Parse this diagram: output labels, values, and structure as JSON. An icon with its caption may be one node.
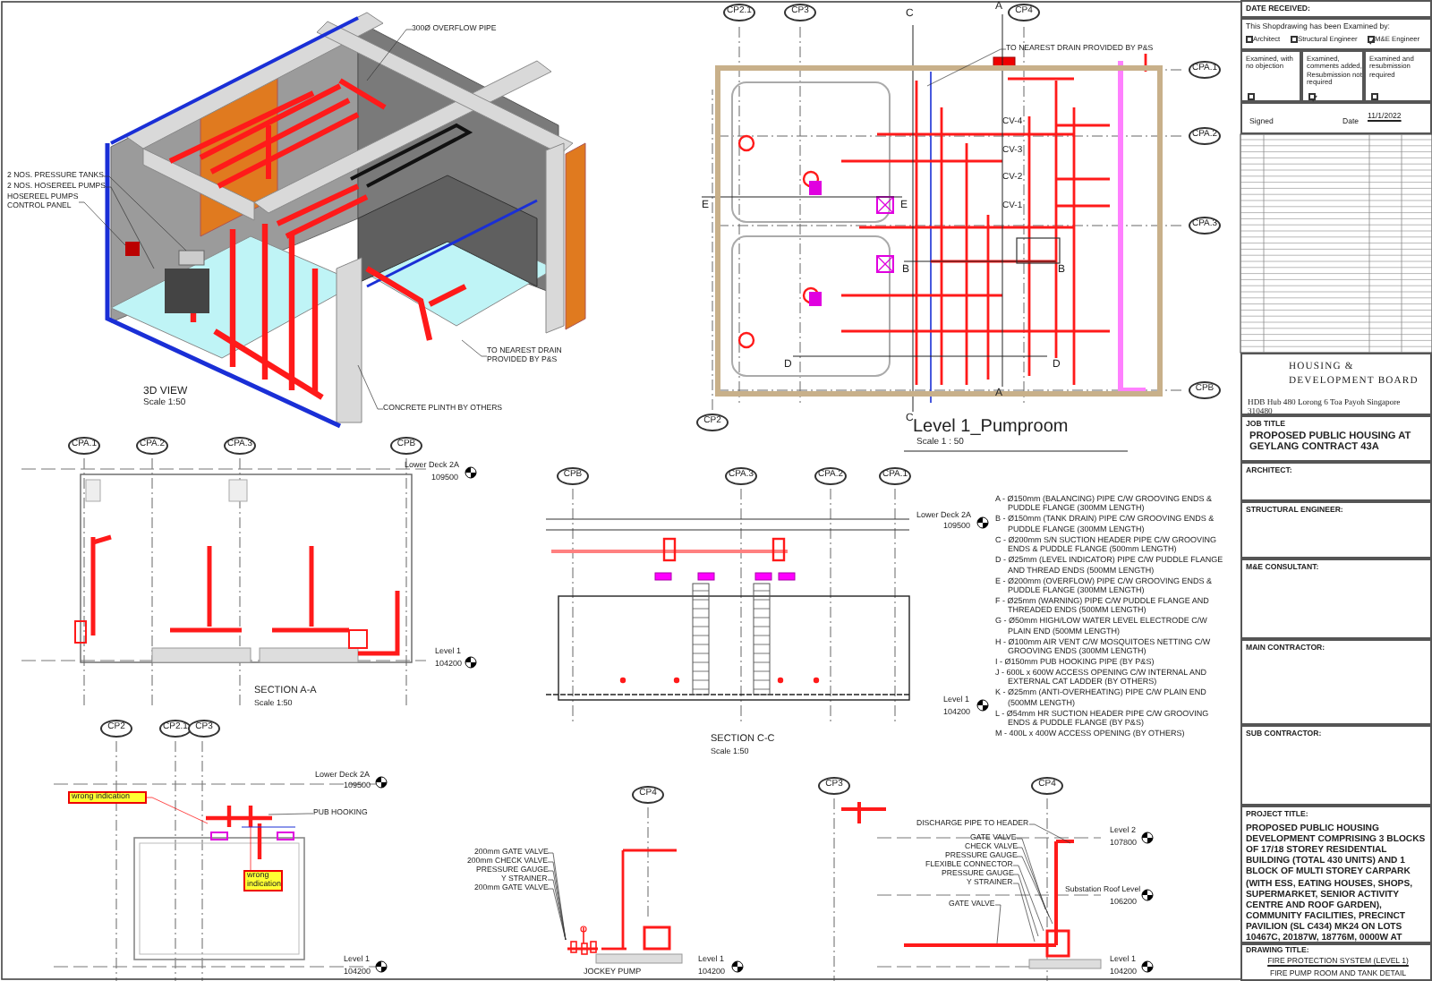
{
  "diagram": {
    "nodes": [
      {
        "text": [
          "300Ø OVERFLOW PIPE"
        ]
      },
      {
        "text": [
          "2 NOS. PRESSURE TANKS"
        ]
      },
      {
        "text": [
          "2 NOS. HOSEREEL PUMPS"
        ]
      },
      {
        "text": [
          "HOSEREEL PUMPS CONTROL PANEL"
        ]
      },
      {
        "text": [
          "TO NEAREST DRAIN PROVIDED BY P&S"
        ]
      },
      {
        "text": [
          "CONCRETE PLINTH BY OTHERS"
        ]
      },
      {
        "text": [
          "CP2.1"
        ]
      },
      {
        "text": [
          "CP3"
        ]
      },
      {
        "text": [
          "CP4"
        ]
      },
      {
        "text": [
          "TO NEAREST DRAIN PROVIDED BY P&S"
        ]
      },
      {
        "text": [
          "CPA.1"
        ]
      },
      {
        "text": [
          "CPA.2"
        ]
      },
      {
        "text": [
          "CPA.3"
        ]
      },
      {
        "text": [
          "CPB"
        ]
      },
      {
        "text": [
          "CP2"
        ]
      },
      {
        "text": [
          "CPA.1"
        ]
      },
      {
        "text": [
          "CPA.2"
        ]
      },
      {
        "text": [
          "CPA.3"
        ]
      },
      {
        "text": [
          "CPB"
        ]
      },
      {
        "text": [
          "CPB"
        ]
      },
      {
        "text": [
          "CPA.3"
        ]
      },
      {
        "text": [
          "CPA.2"
        ]
      },
      {
        "text": [
          "CPA.1"
        ]
      },
      {
        "text": [
          "CP2"
        ]
      },
      {
        "text": [
          "CP2.1"
        ]
      },
      {
        "text": [
          "CP3"
        ]
      },
      {
        "text": [
          "wrong indication"
        ]
      },
      {
        "text": [
          "PUB HOOKING"
        ]
      },
      {
        "text": [
          "wrong indication"
        ]
      },
      {
        "text": [
          "CP4"
        ]
      },
      {
        "text": [
          "CP3"
        ]
      },
      {
        "text": [
          "CP4"
        ]
      },
      {
        "text": [
          "200mm GATE VALVE"
        ]
      },
      {
        "text": [
          "200mm CHECK VALVE"
        ]
      },
      {
        "text": [
          "PRESSURE GAUGE"
        ]
      },
      {
        "text": [
          "Y STRAINER"
        ]
      },
      {
        "text": [
          "200mm GATE VALVE"
        ]
      },
      {
        "text": [
          "DISCHARGE PIPE TO HEADER"
        ]
      },
      {
        "text": [
          "GATE VALVE"
        ]
      },
      {
        "text": [
          "CHECK VALVE"
        ]
      },
      {
        "text": [
          "PRESSURE GAUGE"
        ]
      },
      {
        "text": [
          "FLEXIBLE CONNECTOR"
        ]
      },
      {
        "text": [
          "PRESSURE GAUGE"
        ]
      },
      {
        "text": [
          "Y STRAINER"
        ]
      },
      {
        "text": [
          "GATE VALVE"
        ]
      },
      {
        "text": [
          "DATE RECEIVED:"
        ]
      },
      {
        "text": [
          "This Shopdrawing has been Examined by:",
          "Architect",
          "Structural Engineer",
          "M&E Engineer"
        ]
      },
      {
        "text": [
          "Examined, with no objection"
        ]
      },
      {
        "text": [
          "Examined, comments added, Resubmission not required"
        ]
      },
      {
        "text": [
          "Examined and resubmission required"
        ]
      },
      {
        "text": [
          "Signed",
          "Date",
          "11/1/2022"
        ]
      },
      {
        "text": [
          "HOUSING & DEVELOPMENT BOARD",
          "HDB Hub 480 Lorong 6 Toa Payoh Singapore 310480"
        ]
      },
      {
        "text": [
          "JOB TITLE",
          "PROPOSED PUBLIC HOUSING AT GEYLANG CONTRACT 43A"
        ]
      },
      {
        "text": [
          "ARCHITECT:"
        ]
      },
      {
        "text": [
          "STRUCTURAL ENGINEER:"
        ]
      },
      {
        "text": [
          "M&E CONSULTANT:"
        ]
      },
      {
        "text": [
          "MAIN CONTRACTOR:"
        ]
      },
      {
        "text": [
          "SUB CONTRACTOR:"
        ]
      },
      {
        "text": [
          "PROJECT TITLE:",
          "PROPOSED PUBLIC HOUSING DEVELOPMENT COMPRISING 3 BLOCKS OF 17/18 STOREY RESIDENTIAL BUILDING (TOTAL 430 UNITS) AND 1 BLOCK OF MULTI STOREY CARPARK (WITH ESS, EATING HOUSES, SHOPS, SUPERMARKET, SENIOR ACTIVITY CENTRE AND ROOF GARDEN), COMMUNITY FACILITIES, PRECINCT PAVILION (SL C434) MK24 ON LOTS 10467C, 20187W, 18776M, 0000W AT CIRCUIT ROAD (GEYLANG)"
        ]
      },
      {
        "text": [
          "DRAWING TITLE:",
          "FIRE PROTECTION SYSTEM (LEVEL 1)",
          "FIRE PUMP ROOM AND TANK DETAIL"
        ]
      },
      {
        "text": [],
        "shape": "picture"
      }
    ],
    "edges": [
      {
        "from": 0,
        "to": null,
        "arrow": "none"
      },
      {
        "from": 1,
        "to": null,
        "arrow": "none"
      },
      {
        "from": 2,
        "to": null,
        "arrow": "none"
      },
      {
        "from": 3,
        "to": null,
        "arrow": "none"
      },
      {
        "from": 4,
        "to": null,
        "arrow": "none"
      },
      {
        "from": 5,
        "to": null,
        "arrow": "none"
      },
      {
        "from": 9,
        "to": null,
        "arrow": "none"
      },
      {
        "from": 26,
        "to": null,
        "arrow": "none",
        "color": "#ff0000"
      },
      {
        "from": 27,
        "to": null,
        "arrow": "none"
      },
      {
        "from": 28,
        "to": null,
        "arrow": "none",
        "color": "#ff0000"
      },
      {
        "from": 32,
        "to": 60,
        "arrow": "none"
      },
      {
        "from": 33,
        "to": 60,
        "arrow": "none"
      },
      {
        "from": 34,
        "to": 60,
        "arrow": "none"
      },
      {
        "from": 35,
        "to": 60,
        "arrow": "none"
      },
      {
        "from": 36,
        "to": 60,
        "arrow": "none"
      },
      {
        "from": 37,
        "to": null,
        "arrow": "none"
      },
      {
        "from": 38,
        "to": null,
        "arrow": "none"
      },
      {
        "from": 39,
        "to": null,
        "arrow": "none"
      },
      {
        "from": 40,
        "to": null,
        "arrow": "none"
      },
      {
        "from": 41,
        "to": null,
        "arrow": "none"
      },
      {
        "from": 42,
        "to": null,
        "arrow": "none"
      },
      {
        "from": 43,
        "to": null,
        "arrow": "none"
      },
      {
        "from": 44,
        "to": null,
        "arrow": "none"
      }
    ],
    "labels": [
      "3D VIEW",
      "Scale 1:50",
      "Level 1_Pumproom",
      "Scale 1 : 50",
      "CV-4",
      "CV-3",
      "CV-2",
      "CV-1",
      "C",
      "A",
      "E",
      "E",
      "B",
      "B",
      "D",
      "D",
      "C",
      "A",
      "Lower Deck 2A",
      "109500",
      "Level 1",
      "104200",
      "SECTION A-A",
      "Scale 1:50",
      "Lower Deck 2A",
      "109500",
      "Level 1",
      "104200",
      "SECTION C-C",
      "Scale 1:50",
      "Lower Deck 2A",
      "109500",
      "Level 1",
      "104200",
      "JOCKEY PUMP",
      "Level 1",
      "104200",
      "Level 2",
      "107800",
      "Substation Roof Level",
      "106200",
      "Level 1",
      "104200",
      "A - Ø150mm (BALANCING) PIPE C/W GROOVING ENDS & PUDDLE FLANGE (300MM LENGTH)",
      "B - Ø150mm (TANK DRAIN) PIPE C/W GROOVING ENDS & PUDDLE FLANGE (300MM LENGTH)",
      "C - Ø200mm S/N SUCTION HEADER PIPE C/W GROOVING ENDS & PUDDLE FLANGE (500mm LENGTH)",
      "D - Ø25mm (LEVEL INDICATOR) PIPE C/W PUDDLE FLANGE AND THREAD ENDS (500MM LENGTH)",
      "E - Ø200mm (OVERFLOW) PIPE C/W GROOVING ENDS & PUDDLE FLANGE (300MM LENGTH)",
      "F - Ø25mm (WARNING) PIPE C/W PUDDLE FLANGE AND THREADED ENDS (500MM LENGTH)",
      "G - Ø50mm HIGH/LOW WATER LEVEL ELECTRODE C/W PLAIN END (500MM LENGTH)",
      "H - Ø100mm AIR VENT C/W MOSQUITOES NETTING C/W GROOVING ENDS (300MM LENGTH)",
      "I - Ø150mm PUB HOOKING PIPE (BY P&S)",
      "J - 600L x 600W ACCESS OPENING C/W INTERNAL AND EXTERNAL CAT LADDER (BY OTHERS)",
      "K - Ø25mm (ANTI-OVERHEATING) PIPE C/W PLAIN END (500MM LENGTH)",
      "L - Ø54mm HR SUCTION HEADER PIPE C/W GROOVING ENDS & PUDDLE FLANGE (BY P&S)",
      "M - 400L x 400W ACCESS OPENING (BY OTHERS)"
    ]
  }
}
